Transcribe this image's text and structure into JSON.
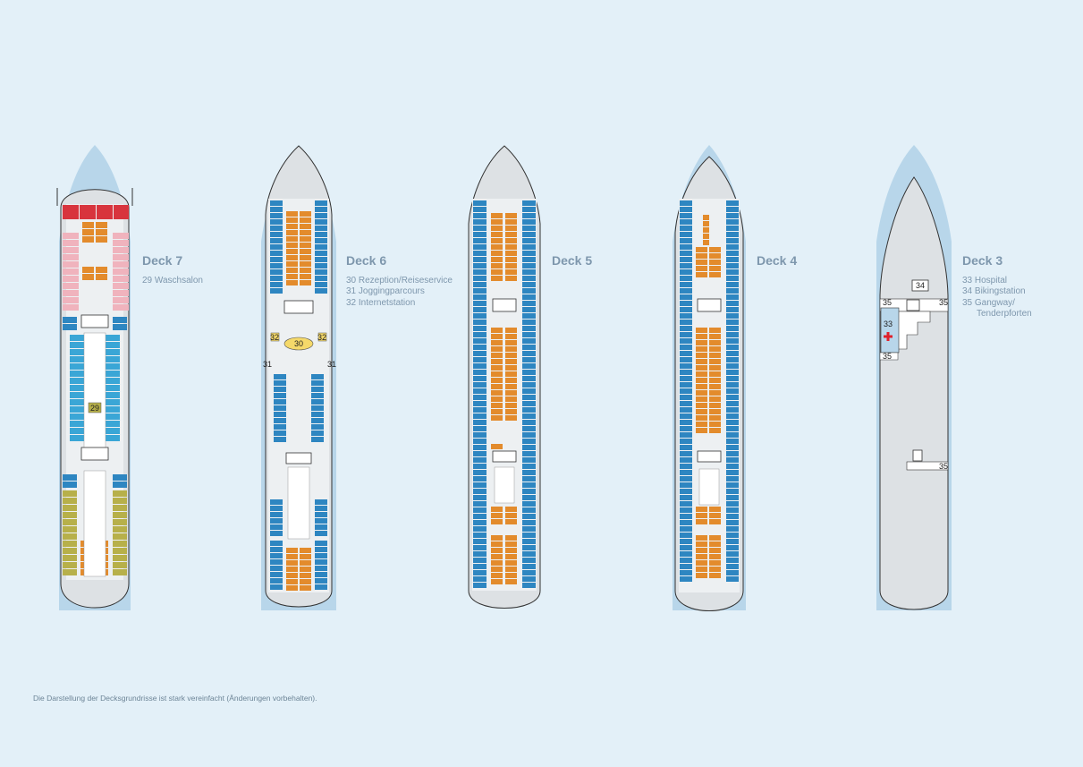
{
  "colors": {
    "background": "#e3f0f8",
    "wake_blue": "#b8d6ea",
    "hull": "#dde1e4",
    "deck": "#edf0f2",
    "cabin_inside": "#2e86c1",
    "cabin_inside_light": "#3aa6d6",
    "cabin_balcony": "#e38b2c",
    "cabin_suite_pink": "#f0b3bd",
    "cabin_suite_olive": "#b7b04a",
    "cabin_top_red": "#d8343d",
    "label_grey": "#7e97ad"
  },
  "decks": [
    {
      "title": "Deck 7",
      "legend": [
        {
          "text": "29  Waschsalon"
        }
      ]
    },
    {
      "title": "Deck 6",
      "legend": [
        {
          "text": "30  Rezeption/Reiseservice"
        },
        {
          "text": "31  Joggingparcours"
        },
        {
          "text": "32  Internetstation"
        }
      ]
    },
    {
      "title": "Deck 5",
      "legend": []
    },
    {
      "title": "Deck 4",
      "legend": []
    },
    {
      "title": "Deck 3",
      "legend": [
        {
          "text": "33  Hospital"
        },
        {
          "text": "34  Bikingstation"
        },
        {
          "text": "35  Gangway/"
        },
        {
          "text": "Tenderpforten",
          "indent": true
        }
      ]
    }
  ],
  "markers": {
    "deck7_29": "29",
    "deck6_30": "30",
    "deck6_31_left": "31",
    "deck6_31_right": "31",
    "deck6_32_left": "32",
    "deck6_32_right": "32",
    "deck3_34": "34",
    "deck3_33": "33",
    "deck3_35_tl": "35",
    "deck3_35_tr": "35",
    "deck3_35_bl": "35",
    "deck3_35_br": "35"
  },
  "footnote": "Die Darstellung der Decksgrundrisse ist stark vereinfacht (Änderungen vorbehalten)."
}
